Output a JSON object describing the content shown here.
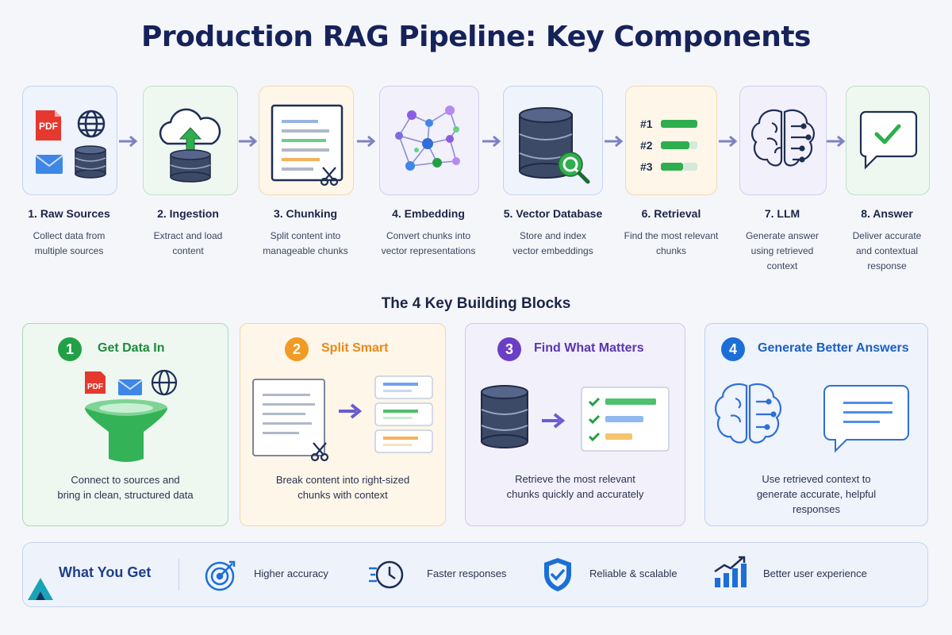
{
  "title": "Production RAG Pipeline: Key Components",
  "stages": [
    {
      "label": "1. Raw Sources",
      "desc_line1": "Collect data from",
      "desc_line2": "multiple sources",
      "desc_line3": ""
    },
    {
      "label": "2. Ingestion",
      "desc_line1": "Extract and load",
      "desc_line2": "content",
      "desc_line3": ""
    },
    {
      "label": "3. Chunking",
      "desc_line1": "Split content into",
      "desc_line2": "manageable chunks",
      "desc_line3": ""
    },
    {
      "label": "4. Embedding",
      "desc_line1": "Convert chunks into",
      "desc_line2": "vector representations",
      "desc_line3": ""
    },
    {
      "label": "5. Vector Database",
      "desc_line1": "Store and index",
      "desc_line2": "vector embeddings",
      "desc_line3": ""
    },
    {
      "label": "6. Retrieval",
      "desc_line1": "Find the most relevant",
      "desc_line2": "chunks",
      "desc_line3": ""
    },
    {
      "label": "7. LLM",
      "desc_line1": "Generate answer",
      "desc_line2": "using retrieved",
      "desc_line3": "context"
    },
    {
      "label": "8. Answer",
      "desc_line1": "Deliver accurate",
      "desc_line2": "and contextual",
      "desc_line3": "response"
    }
  ],
  "icon_text": {
    "pdf": "PDF",
    "rank1": "#1",
    "rank2": "#2",
    "rank3": "#3"
  },
  "blocks_title": "The 4 Key Building Blocks",
  "blocks": [
    {
      "number": "1",
      "title": "Get Data In",
      "desc_line1": "Connect to sources and",
      "desc_line2": "bring in clean, structured data",
      "desc_line3": "",
      "color": "#22a045"
    },
    {
      "number": "2",
      "title": "Split Smart",
      "desc_line1": "Break content into right-sized",
      "desc_line2": "chunks with context",
      "desc_line3": "",
      "color": "#f29a24"
    },
    {
      "number": "3",
      "title": "Find What Matters",
      "desc_line1": "Retrieve the most relevant",
      "desc_line2": "chunks quickly and accurately",
      "desc_line3": "",
      "color": "#6a3fc4"
    },
    {
      "number": "4",
      "title": "Generate Better Answers",
      "desc_line1": "Use retrieved context to",
      "desc_line2": "generate accurate, helpful",
      "desc_line3": "responses",
      "color": "#1c6fd6"
    }
  ],
  "footer": {
    "heading": "What You Get",
    "benefits": [
      "Higher accuracy",
      "Faster responses",
      "Reliable & scalable",
      "Better user experience"
    ]
  },
  "colors": {
    "navy": "#16225a",
    "accent_blue": "#1c6fd6",
    "green": "#22a045",
    "orange": "#f29a24",
    "purple": "#6a3fc4",
    "arrow": "#7d82c4"
  }
}
